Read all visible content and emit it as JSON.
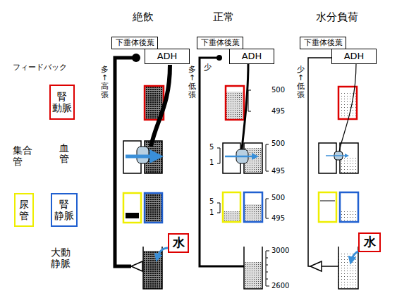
{
  "diagram": {
    "nodes": [
      {
        "text": [
          "下垂体後葉"
        ]
      },
      {
        "text": [
          "ADH"
        ]
      },
      {
        "text": [
          "下垂体後葉"
        ]
      },
      {
        "text": [
          "ADH"
        ]
      },
      {
        "text": [
          "下垂体後葉"
        ]
      },
      {
        "text": [
          "ADH"
        ]
      },
      {
        "text": [
          "腎 動脈"
        ]
      },
      {
        "text": [
          "尿管"
        ]
      },
      {
        "text": [
          "腎 静脈"
        ]
      },
      {
        "text": [
          "水"
        ]
      },
      {
        "text": [
          "水"
        ]
      }
    ],
    "labels": [
      "絶飲",
      "正常",
      "水分負荷",
      "フィードバック",
      "多↑高張",
      "多↑低張",
      "少",
      "少↑低張",
      "集合 管",
      "血管",
      "大動 静脈",
      "500",
      "495",
      "5",
      "1",
      "500",
      "495",
      "5",
      "1",
      "500",
      "495",
      "3000",
      "2600"
    ]
  }
}
